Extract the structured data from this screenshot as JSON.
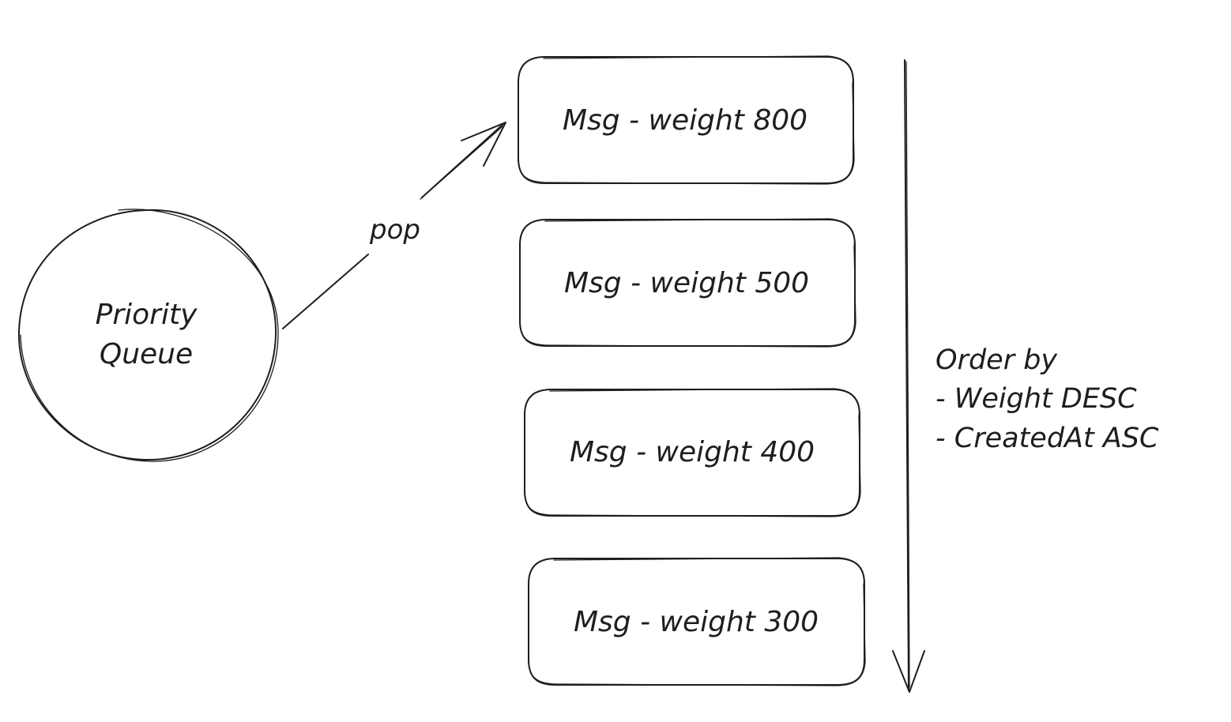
{
  "queue": {
    "label_line1": "Priority",
    "label_line2": "Queue"
  },
  "arrow": {
    "label": "pop"
  },
  "messages": [
    {
      "label": "Msg - weight 800"
    },
    {
      "label": "Msg - weight 500"
    },
    {
      "label": "Msg - weight 400"
    },
    {
      "label": "Msg - weight 300"
    }
  ],
  "order": {
    "title": "Order by",
    "rule1": "- Weight DESC",
    "rule2": "- CreatedAt ASC"
  }
}
